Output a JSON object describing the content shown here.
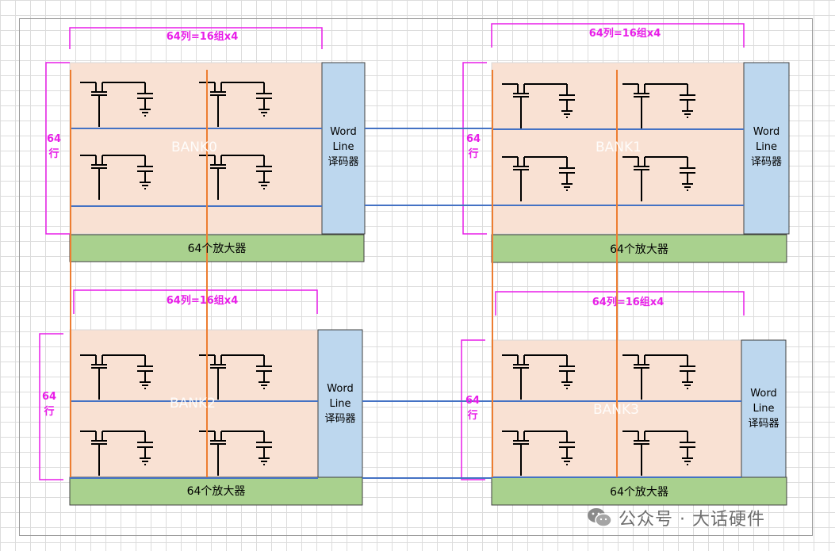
{
  "colors": {
    "bank_fill": "#f9e1d3",
    "decoder_fill": "#bdd7ee",
    "amp_fill": "#a9d18e",
    "bitline": "#ed7d31",
    "wordline": "#4472c4",
    "bracket": "#e81ee8",
    "cell": "#000000"
  },
  "banks": [
    {
      "name": "BANK0",
      "col_label": "64列=16组x4",
      "row_label": "64\n行",
      "decoder_label": "Word\nLine\n译码器",
      "amp_label": "64个放大器"
    },
    {
      "name": "BANK1",
      "col_label": "64列=16组x4",
      "row_label": "64\n行",
      "decoder_label": "Word\nLine\n译码器",
      "amp_label": "64个放大器"
    },
    {
      "name": "BANK2",
      "col_label": "64列=16组x4",
      "row_label": "64\n行",
      "decoder_label": "Word\nLine\n译码器",
      "amp_label": "64个放大器"
    },
    {
      "name": "BANK3",
      "col_label": "64列=16组x4",
      "row_label": "64\n行",
      "decoder_label": "Word\nLine\n译码器",
      "amp_label": "64个放大器"
    }
  ],
  "watermark": {
    "icon": "wechat-icon",
    "text": "公众号 · 大话硬件"
  }
}
